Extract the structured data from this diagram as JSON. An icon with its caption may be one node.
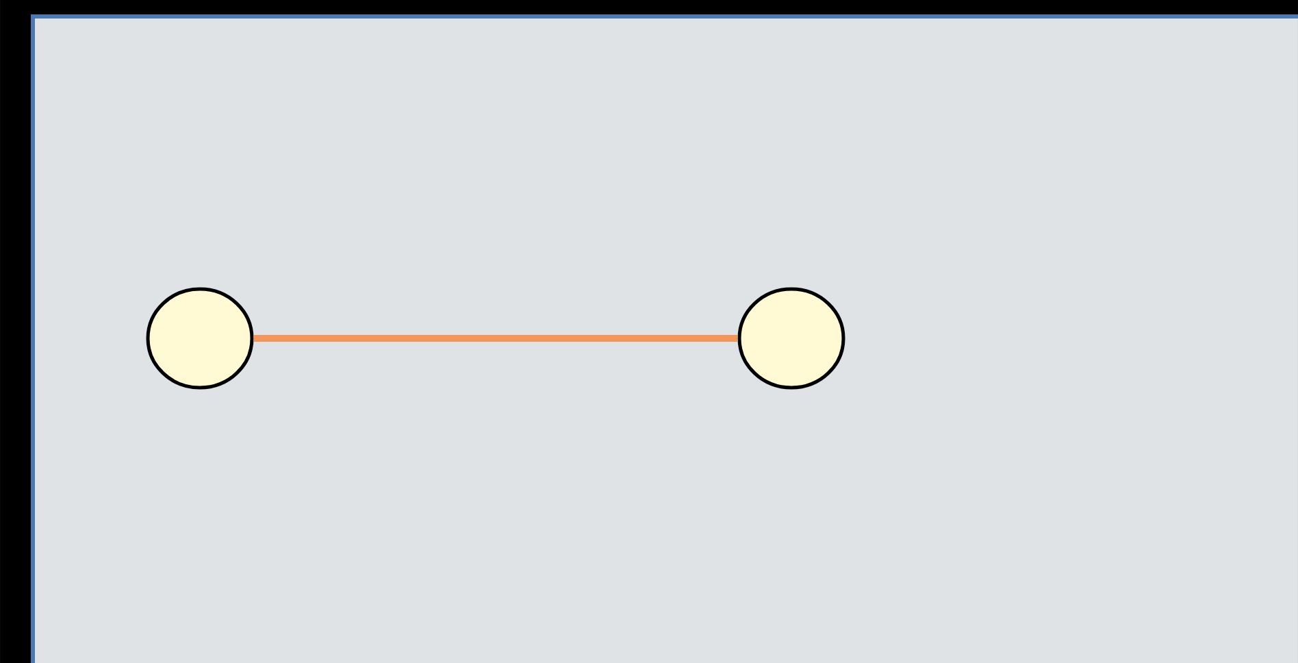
{
  "diagram": {
    "nodes": [
      {
        "text": [],
        "shape": "circle"
      },
      {
        "text": [],
        "shape": "circle"
      }
    ],
    "edges": [
      {
        "from": 0,
        "to": 1,
        "arrow": "none",
        "color": "#f4955a"
      }
    ]
  }
}
